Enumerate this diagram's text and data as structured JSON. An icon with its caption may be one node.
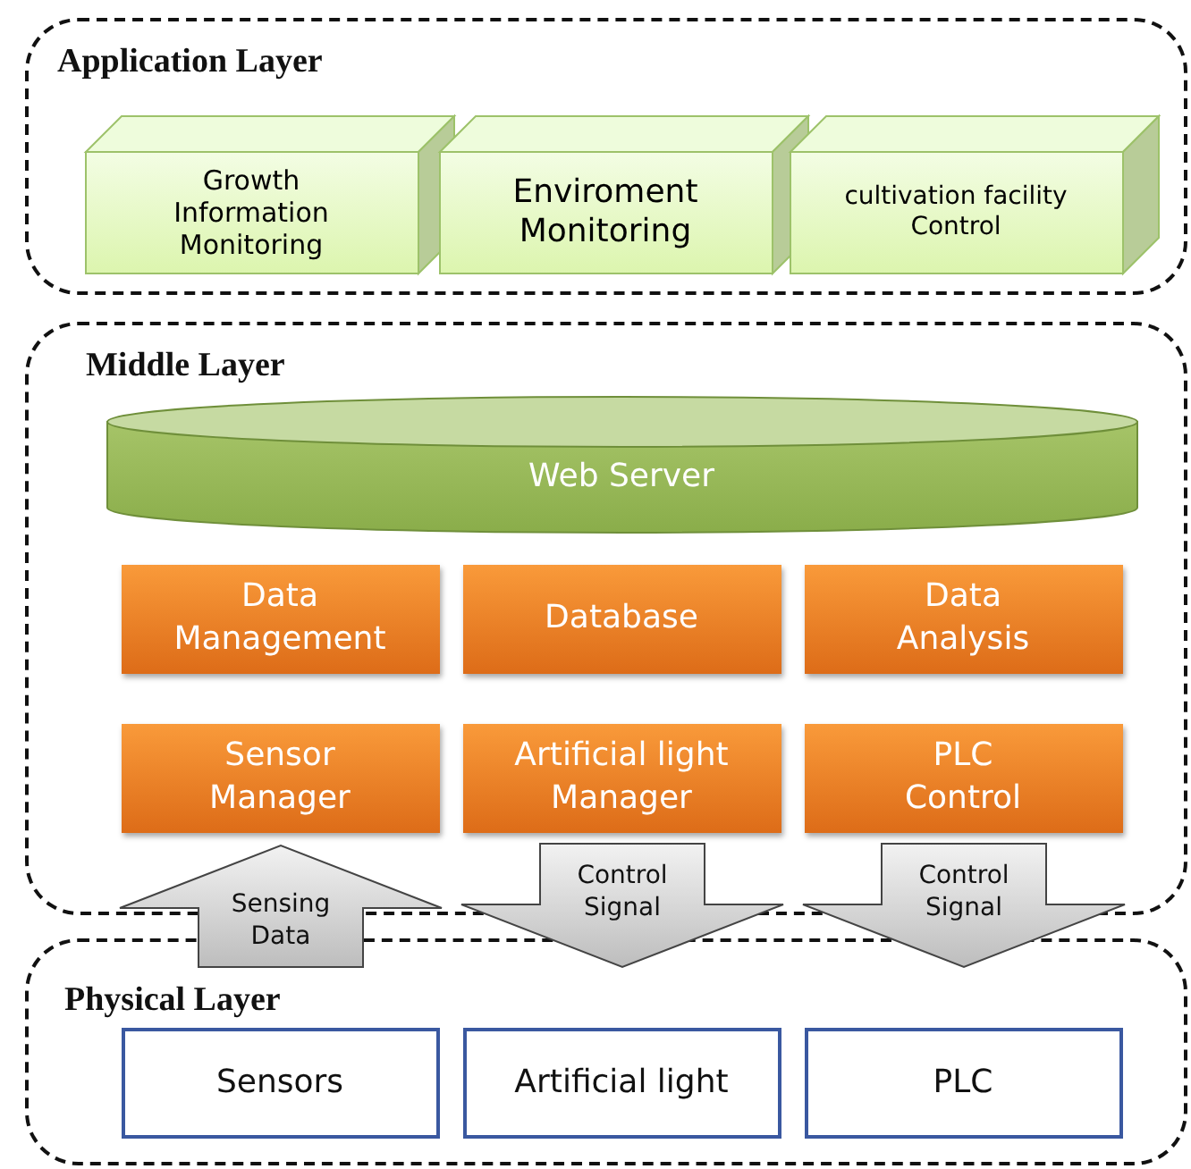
{
  "diagram": {
    "nodes": [
      {
        "text": [
          "Application Layer"
        ]
      },
      {
        "text": [
          "Growth Information Monitoring"
        ],
        "in": 0
      },
      {
        "text": [
          "Enviroment Monitoring"
        ],
        "in": 0
      },
      {
        "text": [
          "cultivation facility Control"
        ],
        "in": 0
      },
      {
        "text": [
          "Middle Layer"
        ]
      },
      {
        "text": [
          "Web Server"
        ],
        "in": 4
      },
      {
        "text": [
          "Data Management"
        ],
        "in": 4
      },
      {
        "text": [
          "Database"
        ],
        "in": 4
      },
      {
        "text": [
          "Data Analysis"
        ],
        "in": 4
      },
      {
        "text": [
          "Sensor Manager"
        ],
        "in": 4
      },
      {
        "text": [
          "Artificial light Manager"
        ],
        "in": 4
      },
      {
        "text": [
          "PLC Control"
        ],
        "in": 4
      },
      {
        "text": [
          "Physical Layer"
        ]
      },
      {
        "text": [
          "Sensors"
        ],
        "in": 12
      },
      {
        "text": [
          "Artificial light"
        ],
        "in": 12
      },
      {
        "text": [
          "PLC"
        ],
        "in": 12
      }
    ],
    "edges": [
      {
        "from": 13,
        "to": 9,
        "arrow": "to",
        "label": "Sensing Data"
      },
      {
        "from": 10,
        "to": 14,
        "arrow": "to",
        "label": "Control Signal"
      },
      {
        "from": 11,
        "to": 15,
        "arrow": "to",
        "label": "Control Signal"
      }
    ]
  }
}
